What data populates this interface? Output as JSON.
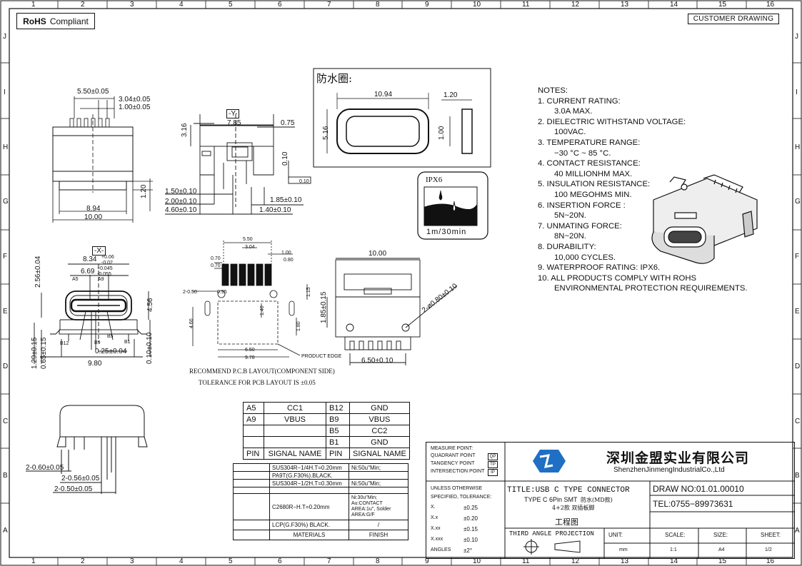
{
  "frame": {
    "cols_top": [
      "1",
      "2",
      "3",
      "4",
      "5",
      "6",
      "7",
      "8",
      "9",
      "10",
      "11",
      "12",
      "13",
      "14",
      "15",
      "16"
    ],
    "cols_bottom": [
      "1",
      "2",
      "3",
      "4",
      "5",
      "6",
      "7",
      "8",
      "9",
      "10",
      "11",
      "12",
      "13",
      "14",
      "15",
      "16"
    ],
    "rows": [
      "J",
      "I",
      "H",
      "G",
      "F",
      "E",
      "D",
      "C",
      "B",
      "A"
    ]
  },
  "header": {
    "rohs_bold": "RoHS",
    "rohs_text": "Compliant",
    "customer_drawing": "CUSTOMER DRAWING"
  },
  "dims": {
    "d1": "5.50±0.05",
    "d2": "3.04±0.05",
    "d3": "1.00±0.05",
    "d4": "8.94",
    "d5": "10.00",
    "d6": "1.20",
    "y_label": "-Y-",
    "d7": "7.85",
    "d8": "0.75",
    "d9": "3.16",
    "d10": "0.10",
    "d11": "0.10",
    "d12": "1.50±0.10",
    "d13": "2.00±0.10",
    "d14": "4.60±0.10",
    "d15": "1.85±0.10",
    "d16": "1.40±0.10",
    "x_label": "-X-",
    "d17": "8.34",
    "d17_sup": "+0.06",
    "d17_sub": "-0.02",
    "d18": "6.69",
    "d18_sup": "+0.045",
    "d18_sub": "-0.055",
    "d19": "2.56±0.04",
    "d20": "4.56",
    "d21": "0.25±0.04",
    "d22": "1.29±0.15",
    "d23": "0.65±0.15",
    "d24": "9.80",
    "d25": "0.10±0.10",
    "pin_a5": "A5",
    "pin_a9": "A9",
    "pin_b12": "B12",
    "pin_b9": "B9",
    "pin_b5": "B5",
    "pin_b1": "B1",
    "d26": "10.00",
    "d27": "1.85±0.15",
    "d28": "2-ø0.80±0.10",
    "d29": "6.50±0.10",
    "d30": "-0.60±0.05",
    "d30_pre": "2",
    "d31": "2-0.56±0.05",
    "d32": "2-0.50±0.05",
    "pcb_recommend": "RECOMMEND P.C.B LAYOUT(COMPONENT SIDE)",
    "pcb_tolerance": "TOLERANCE FOR PCB LAYOUT IS ±0.05",
    "product_edge": "PRODUCT EDGE",
    "pcb_d1": "5.50",
    "pcb_d2": "3.04",
    "pcb_d3": "1.00",
    "pcb_d4": "0.80",
    "pcb_d5": "0.70",
    "pcb_d6": "0.70",
    "pcb_d7": "2-0.50",
    "pcb_d8": "6.50",
    "pcb_d9": "9.78",
    "pcb_d10": "4.60",
    "pcb_d11": "1.80",
    "pcb_d12": "1.40",
    "pcb_d13": "0.95",
    "pcb_d14": "1.15"
  },
  "seal_box": {
    "title": "防水圈:",
    "w": "10.94",
    "t": "1.20",
    "h": "5.16",
    "h2": "1.00"
  },
  "ipx": {
    "title": "IPX6",
    "depth": "1m/30min"
  },
  "notes": {
    "title": "NOTES:",
    "lines": [
      "1. CURRENT RATING:",
      "3.0A MAX.",
      "2. DIELECTRIC WITHSTAND VOLTAGE:",
      "100VAC.",
      "3. TEMPERATURE RANGE:",
      "−30 °C ~ 85 °C.",
      "4. CONTACT RESISTANCE:",
      "40 MILLIONHM MAX.",
      "5. INSULATION RESISTANCE:",
      "100 MEGOHMS MIN.",
      "6. INSERTION FORCE :",
      "5N~20N.",
      "7. UNMATING FORCE:",
      "8N~20N.",
      "8. DURABILITY:",
      "10,000 CYCLES.",
      "9. WATERPROOF RATING: IPX6.",
      "10. ALL PRODUCTS COMPLY WITH ROHS",
      "ENVIRONMENTAL PROTECTION REQUIREMENTS."
    ]
  },
  "signal_table": {
    "rows": [
      [
        "A5",
        "CC1",
        "B12",
        "GND"
      ],
      [
        "A9",
        "VBUS",
        "B9",
        "VBUS"
      ],
      [
        "",
        "",
        "B5",
        "CC2"
      ],
      [
        "",
        "",
        "B1",
        "GND"
      ],
      [
        "PIN",
        "SIGNAL NAME",
        "PIN",
        "SIGNAL NAME"
      ]
    ]
  },
  "material_table": {
    "rows": [
      [
        "SUS304R−1/4H.T=0.20mm",
        "Ni:50u\"Min;"
      ],
      [
        "PA9T(G.F30%).BLACK.",
        ""
      ],
      [
        "SUS304R−1/2H.T=0.30mm",
        "Ni:50u\"Min;"
      ],
      [
        "",
        ""
      ],
      [
        "C2680R−H.T=0.20mm",
        "Ni:30u\"Min; Au:CONTACT AREA:1u\", Solder AREA:G/F"
      ],
      [
        "LCP(G.F30%) BLACK.",
        "/"
      ],
      [
        "MATERIALS",
        "FINISH"
      ]
    ]
  },
  "title_block": {
    "measure": "MEASURE POINT:",
    "quadrant": "QUADRANT POINT",
    "qp": "QP",
    "tangency": "TANGENCY POINT",
    "tp": "TP",
    "intersection": "INTERSECTION POINT",
    "ip": "IP",
    "unless": "UNLESS OTHERWISE",
    "specified": "SPECIFIED, TOLERANCE:",
    "tol": [
      [
        "X.",
        "±0.25"
      ],
      [
        "X.x",
        "±0.20"
      ],
      [
        "X.xx",
        "±0.15"
      ],
      [
        "X.xxx",
        "±0.10"
      ],
      [
        "ANGLES",
        "±2°"
      ]
    ],
    "company_cn": "深圳金盟实业有限公司",
    "company_en": "ShenzhenJinmengIndustrialCo.,Ltd",
    "title": "TITLE:USB C TYPE CONNECTOR",
    "subtitle": "TYPE C 6Pin SMT",
    "subtitle_cn": "防水(MD款)",
    "subtitle2": "4+2款 双插板脚",
    "kind": "工程图",
    "draw_no": "DRAW NO:01.01.00010",
    "tel": "TEL:0755−89973631",
    "projection": "THIRD ANGLE PROJECTION",
    "unit_label": "UNIT:",
    "scale_label": "SCALE:",
    "size_label": "SIZE:",
    "sheet_label": "SHEET:",
    "unit": "mm",
    "scale": "1:1",
    "size": "A4",
    "sheet": "1/2",
    "brand_color": "#1f6fc4"
  }
}
